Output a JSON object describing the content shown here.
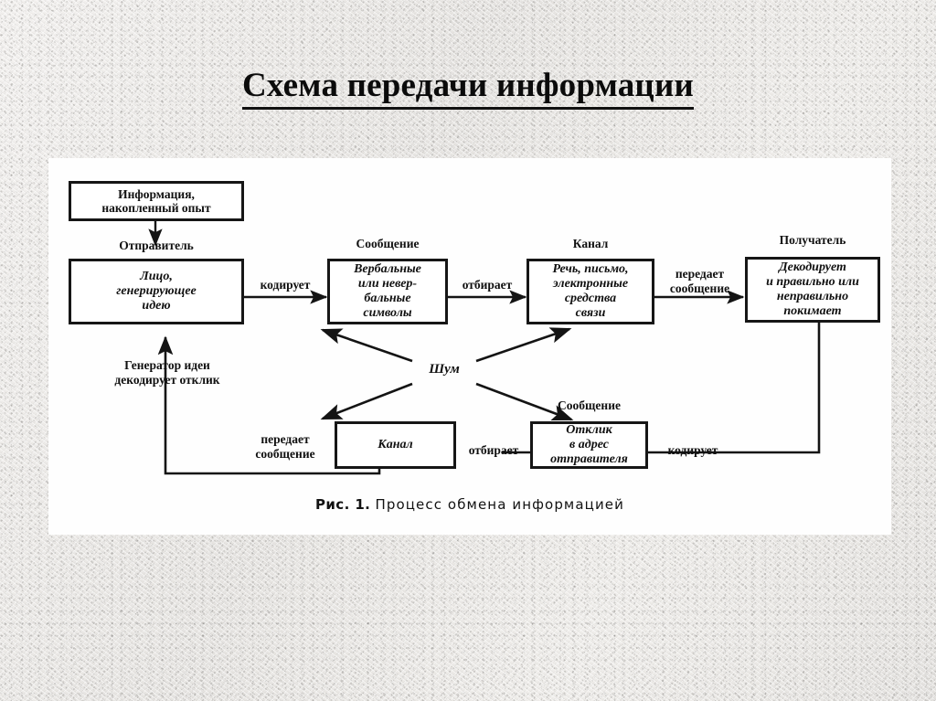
{
  "slide": {
    "title": "Схема передачи информации",
    "background_color": "#eceae7",
    "panel_color": "#fefefe",
    "ink_color": "#101010"
  },
  "figure": {
    "caption_prefix": "Рис. 1.",
    "caption_text": "Процесс обмена информацией",
    "boxes": [
      {
        "id": "info",
        "text": "Информация,\nнакопленный опыт",
        "style": "plain"
      },
      {
        "id": "sender",
        "text": "Лицо,\nгенерирующее\nидею",
        "style": "italic"
      },
      {
        "id": "symbols",
        "text": "Вербальные\nили невер-\nбальные\nсимволы",
        "style": "italic"
      },
      {
        "id": "channel",
        "text": "Речь, письмо,\nэлектронные\nсредства\nсвязи",
        "style": "italic"
      },
      {
        "id": "receiver",
        "text": "Декодирует\nи правильно или\nнеправильно\nпокимает",
        "style": "italic"
      },
      {
        "id": "channel2",
        "text": "Канал",
        "style": "italic"
      },
      {
        "id": "feedback",
        "text": "Отклик\nв адрес\nотправителя",
        "style": "italic"
      }
    ],
    "labels": [
      {
        "id": "lbl-sender",
        "text": "Отправитель"
      },
      {
        "id": "lbl-message-top",
        "text": "Сообщение"
      },
      {
        "id": "lbl-channel-top",
        "text": "Канал"
      },
      {
        "id": "lbl-receiver-top",
        "text": "Получатель"
      },
      {
        "id": "lbl-message-bot",
        "text": "Сообщение"
      },
      {
        "id": "lbl-noise",
        "text": "Шум"
      },
      {
        "id": "lbl-generator",
        "text": "Генератор идеи\nдекодирует отклик"
      }
    ],
    "arrow_labels": [
      {
        "id": "arr-kodiruet-top",
        "text": "кодирует"
      },
      {
        "id": "arr-otbiraet-top",
        "text": "отбирает"
      },
      {
        "id": "arr-peredaet-top",
        "text": "передает\nсообщение"
      },
      {
        "id": "arr-peredaet-bot",
        "text": "передает\nсообщение"
      },
      {
        "id": "arr-otbiraet-bot",
        "text": "отбирает"
      },
      {
        "id": "arr-kodiruet-bot",
        "text": "кодирует"
      }
    ]
  }
}
